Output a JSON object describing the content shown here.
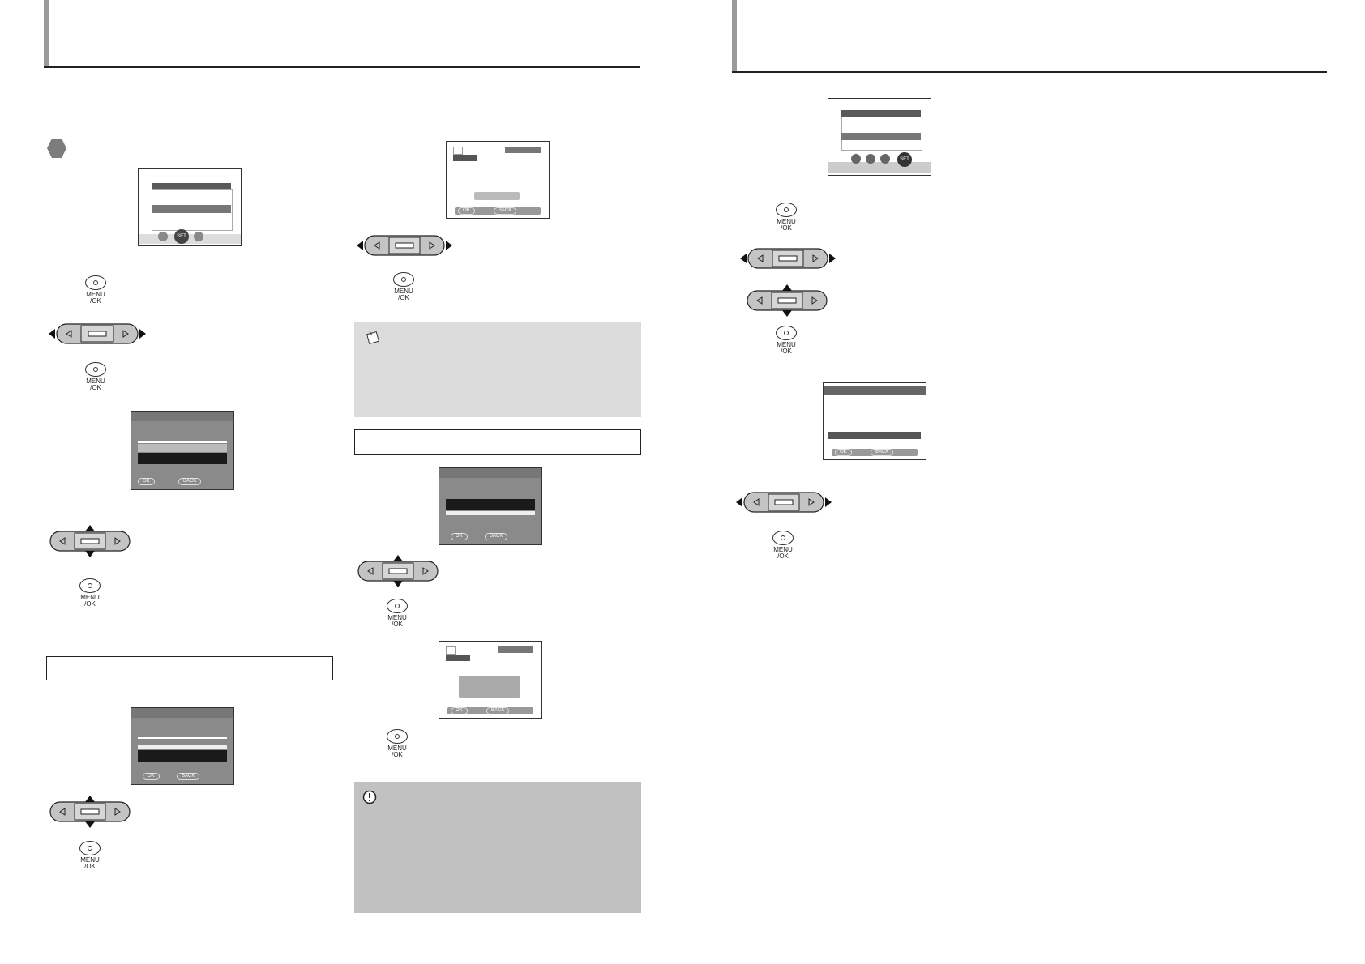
{
  "buttons": {
    "menu_ok_line1": "MENU",
    "menu_ok_line2": "/OK"
  },
  "lcd": {
    "ok_label": "OK",
    "back_label": "BACK",
    "set_label": "SET"
  },
  "colors": {
    "header_accent": "#9b9b9b",
    "memo_box": "#dcdcdc",
    "caution_box": "#c1c1c1"
  },
  "icons": [
    "hexagon-section-icon",
    "menu-ok-button-icon",
    "dpad-left-right-icon",
    "dpad-up-down-icon",
    "memo-icon",
    "caution-icon"
  ]
}
